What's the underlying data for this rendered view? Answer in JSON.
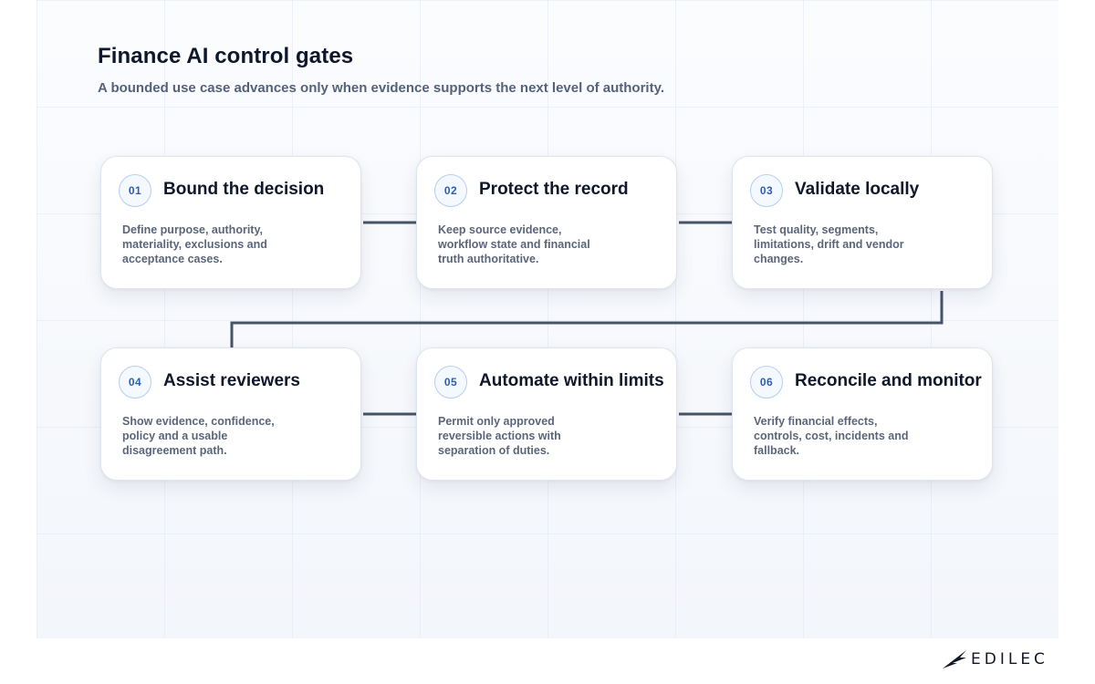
{
  "header": {
    "title": "Finance AI control gates",
    "subtitle": "A bounded use case advances only when evidence supports the next level of authority."
  },
  "steps": [
    {
      "number": "01",
      "title": "Bound the decision",
      "description": "Define purpose, authority, materiality, exclusions and acceptance cases."
    },
    {
      "number": "02",
      "title": "Protect the record",
      "description": "Keep source evidence, workflow state and financial truth authoritative."
    },
    {
      "number": "03",
      "title": "Validate locally",
      "description": "Test quality, segments, limitations, drift and vendor changes."
    },
    {
      "number": "04",
      "title": "Assist reviewers",
      "description": "Show evidence, confidence, policy and a usable disagreement path."
    },
    {
      "number": "05",
      "title": "Automate within limits",
      "description": "Permit only approved reversible actions with separation of duties."
    },
    {
      "number": "06",
      "title": "Reconcile and monitor",
      "description": "Verify financial effects, controls, cost, incidents and fallback."
    }
  ],
  "brand": {
    "name": "EDILEC",
    "icon": "edilec-logo-icon"
  },
  "colors": {
    "connector": "#465468",
    "badge_text": "#2f5fb0",
    "title": "#0f172a"
  }
}
